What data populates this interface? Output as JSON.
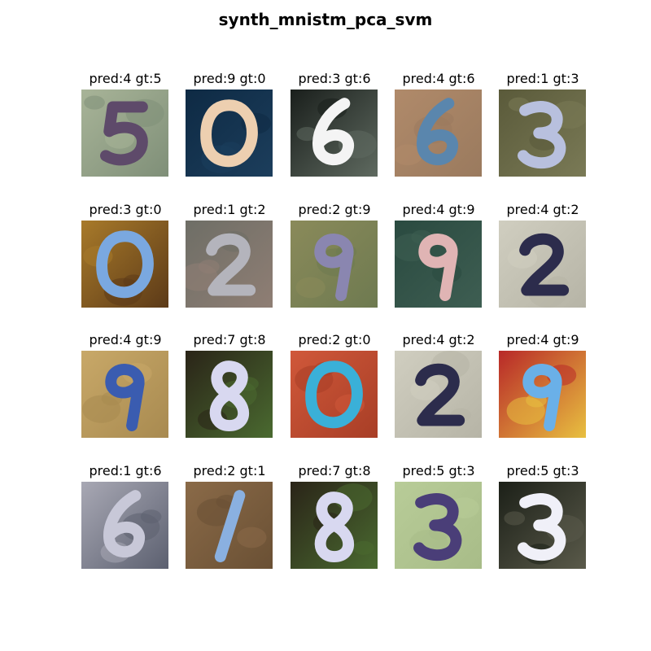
{
  "figure": {
    "title": "synth_mnistm_pca_svm"
  },
  "samples": [
    {
      "label": "pred:4 gt:5",
      "pred": 4,
      "gt": 5,
      "bg": "#a8b498",
      "bg2": "#7f8f78",
      "fg": "#5e4a6a",
      "glyph": "5"
    },
    {
      "label": "pred:9 gt:0",
      "pred": 9,
      "gt": 0,
      "bg": "#0e2a44",
      "bg2": "#1c3e5c",
      "fg": "#edcfb0",
      "glyph": "0"
    },
    {
      "label": "pred:3 gt:6",
      "pred": 3,
      "gt": 6,
      "bg": "#1a1f1c",
      "bg2": "#5f6a60",
      "fg": "#f4f4f4",
      "glyph": "6"
    },
    {
      "label": "pred:4 gt:6",
      "pred": 4,
      "gt": 6,
      "bg": "#b08a6a",
      "bg2": "#9a7a5e",
      "fg": "#5a86ad",
      "glyph": "6"
    },
    {
      "label": "pred:1 gt:3",
      "pred": 1,
      "gt": 3,
      "bg": "#5a5a3a",
      "bg2": "#7a7a56",
      "fg": "#b8c0de",
      "glyph": "3"
    },
    {
      "label": "pred:3 gt:0",
      "pred": 3,
      "gt": 0,
      "bg": "#a87a2a",
      "bg2": "#5c3a18",
      "fg": "#7aa8e0",
      "glyph": "0"
    },
    {
      "label": "pred:1 gt:2",
      "pred": 1,
      "gt": 2,
      "bg": "#6e6e66",
      "bg2": "#8f7e74",
      "fg": "#b4b4bc",
      "glyph": "2"
    },
    {
      "label": "pred:2 gt:9",
      "pred": 2,
      "gt": 9,
      "bg": "#8a8a5a",
      "bg2": "#6e7a50",
      "fg": "#8a86b0",
      "glyph": "9"
    },
    {
      "label": "pred:4 gt:9",
      "pred": 4,
      "gt": 9,
      "bg": "#2a4a40",
      "bg2": "#3e5e52",
      "fg": "#e0b4b4",
      "glyph": "9"
    },
    {
      "label": "pred:4 gt:2",
      "pred": 4,
      "gt": 2,
      "bg": "#d0cec0",
      "bg2": "#b6b4a6",
      "fg": "#2c2c4c",
      "glyph": "2"
    },
    {
      "label": "pred:4 gt:9",
      "pred": 4,
      "gt": 9,
      "bg": "#c8a868",
      "bg2": "#a88a50",
      "fg": "#3a5cb0",
      "glyph": "9"
    },
    {
      "label": "pred:7 gt:8",
      "pred": 7,
      "gt": 8,
      "bg": "#2a2418",
      "bg2": "#4a6a30",
      "fg": "#d8d8f0",
      "glyph": "8"
    },
    {
      "label": "pred:2 gt:0",
      "pred": 2,
      "gt": 0,
      "bg": "#d0583a",
      "bg2": "#a83e26",
      "fg": "#3ab0d8",
      "glyph": "0"
    },
    {
      "label": "pred:4 gt:2",
      "pred": 4,
      "gt": 2,
      "bg": "#d0cec0",
      "bg2": "#b6b4a6",
      "fg": "#2c2c4c",
      "glyph": "2"
    },
    {
      "label": "pred:4 gt:9",
      "pred": 4,
      "gt": 9,
      "bg": "#b82828",
      "bg2": "#e8c040",
      "fg": "#6ab0e8",
      "glyph": "9"
    },
    {
      "label": "pred:1 gt:6",
      "pred": 1,
      "gt": 6,
      "bg": "#a8a8b4",
      "bg2": "#5c6070",
      "fg": "#c8c8d8",
      "glyph": "6"
    },
    {
      "label": "pred:2 gt:1",
      "pred": 2,
      "gt": 1,
      "bg": "#8a6a48",
      "bg2": "#6a5034",
      "fg": "#8ab0e0",
      "glyph": "1"
    },
    {
      "label": "pred:7 gt:8",
      "pred": 7,
      "gt": 8,
      "bg": "#2a2418",
      "bg2": "#4a6a30",
      "fg": "#d8d8f0",
      "glyph": "8"
    },
    {
      "label": "pred:5 gt:3",
      "pred": 5,
      "gt": 3,
      "bg": "#b8cc98",
      "bg2": "#a8bc88",
      "fg": "#4a3e78",
      "glyph": "3"
    },
    {
      "label": "pred:5 gt:3",
      "pred": 5,
      "gt": 3,
      "bg": "#1c2018",
      "bg2": "#5a5a4a",
      "fg": "#f0f0f8",
      "glyph": "3"
    }
  ]
}
